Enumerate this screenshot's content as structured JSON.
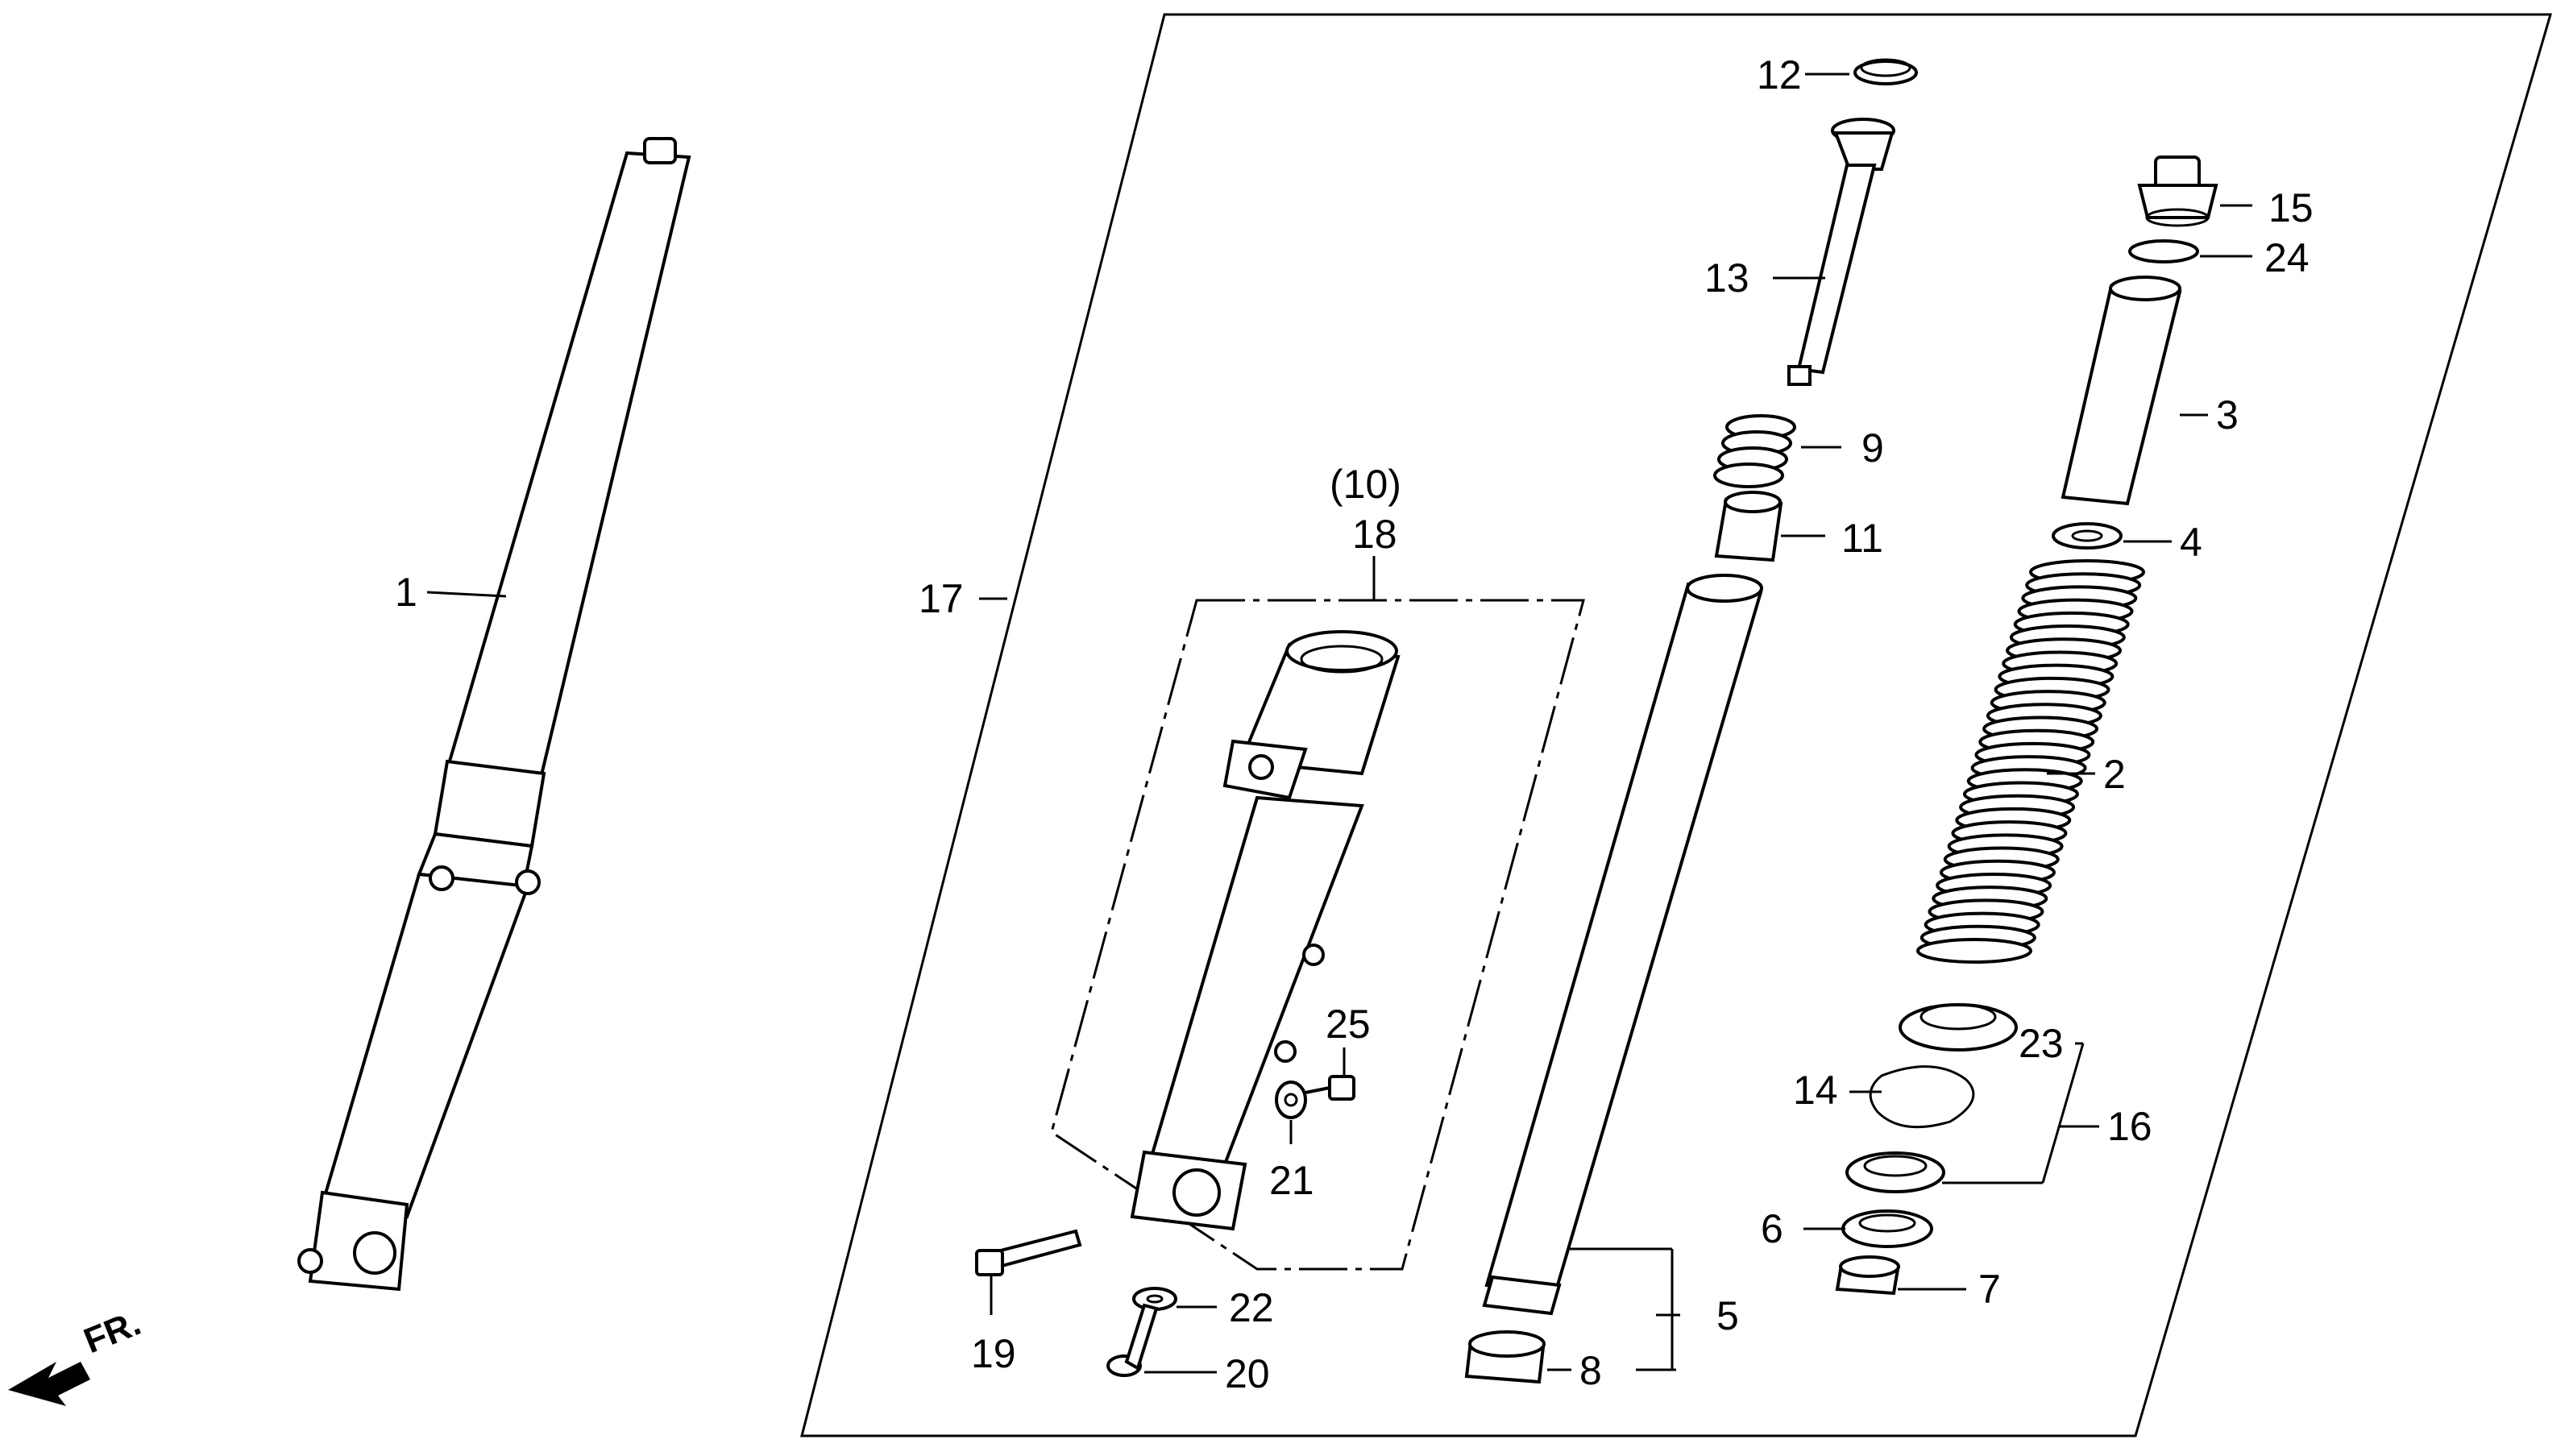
{
  "labels": {
    "l1": "1",
    "l2": "2",
    "l3": "3",
    "l4": "4",
    "l5": "5",
    "l6": "6",
    "l7": "7",
    "l8": "8",
    "l9": "9",
    "l10": "(10)",
    "l11": "11",
    "l12": "12",
    "l13": "13",
    "l14": "14",
    "l15": "15",
    "l16": "16",
    "l17": "17",
    "l18": "18",
    "l19": "19",
    "l20": "20",
    "l21": "21",
    "l22": "22",
    "l23": "23",
    "l24": "24",
    "l25": "25"
  },
  "direction_label": "FR.",
  "colors": {
    "ink": "#000000",
    "paper": "#ffffff"
  }
}
